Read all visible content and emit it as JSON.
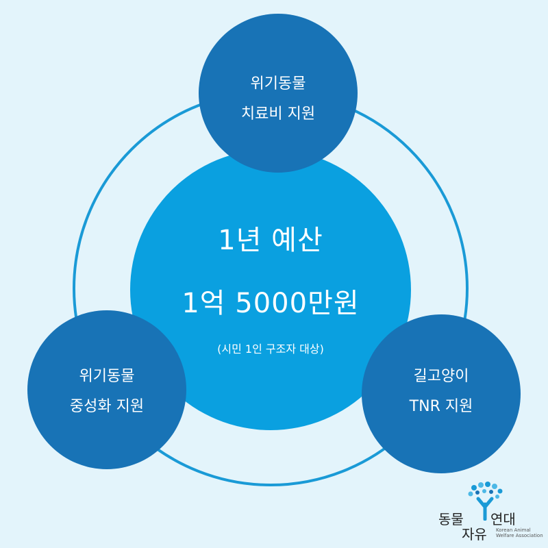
{
  "center": {
    "title": "1년 예산",
    "amount": "1억 5000만원",
    "note": "(시민 1인 구조자 대상)"
  },
  "nodes": {
    "top": {
      "line1": "위기동물",
      "line2": "치료비 지원"
    },
    "left": {
      "line1": "위기동물",
      "line2": "중성화 지원"
    },
    "right": {
      "line1": "길고양이",
      "line2": "TNR 지원"
    }
  },
  "logo": {
    "word1": "동물",
    "word2": "자유",
    "word3": "연대",
    "sub1": "Korean Animal",
    "sub2": "Welfare Association",
    "icon": "tree-with-paws-icon"
  },
  "colors": {
    "background": "#e3f4fb",
    "ring": "#1a9ad6",
    "center": "#0aa0e0",
    "nodes": "#1873b6"
  }
}
